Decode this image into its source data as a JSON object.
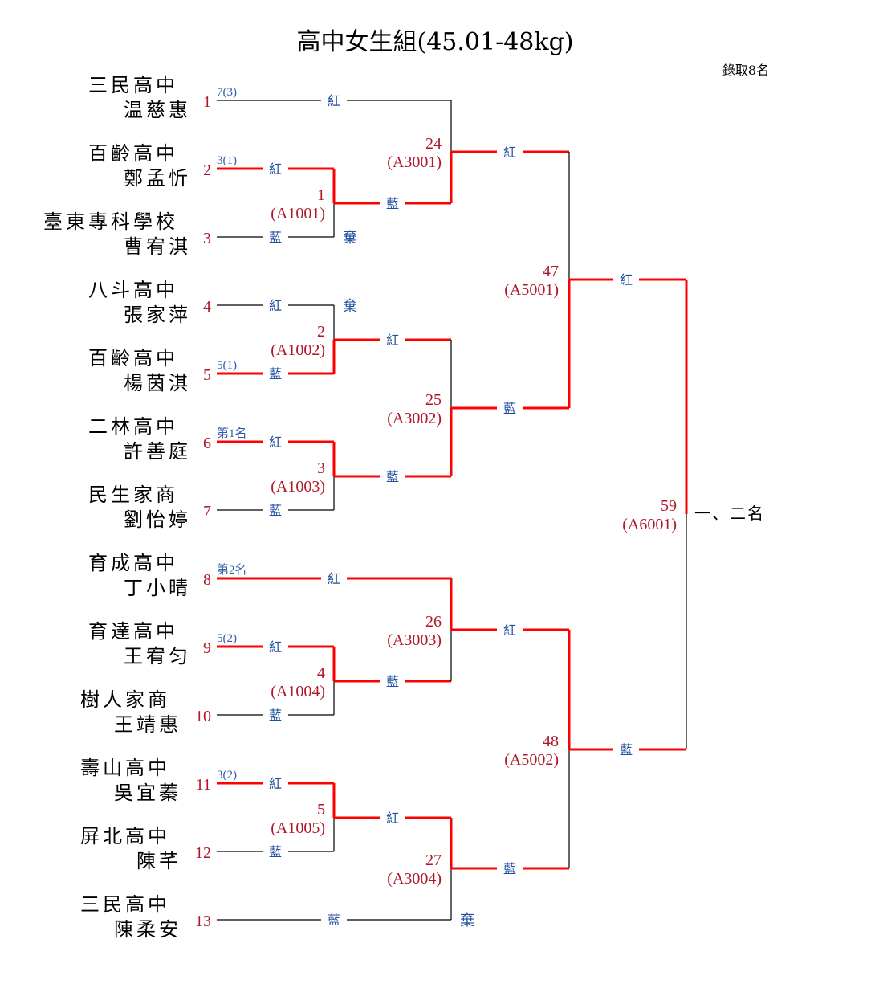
{
  "title": "高中女生組(45.01-48kg)",
  "quota": "錄取8名",
  "entrants": [
    {
      "number": "1",
      "school": "三民高中",
      "name": "温慈惠",
      "seed": "7(3)",
      "corner": "紅"
    },
    {
      "number": "2",
      "school": "百齡高中",
      "name": "鄭孟忻",
      "seed": "3(1)",
      "corner": "紅"
    },
    {
      "number": "3",
      "school": "臺東專科學校",
      "name": "曹宥淇",
      "seed": "",
      "corner": "藍"
    },
    {
      "number": "4",
      "school": "八斗高中",
      "name": "張家萍",
      "seed": "",
      "corner": "紅"
    },
    {
      "number": "5",
      "school": "百齡高中",
      "name": "楊茵淇",
      "seed": "5(1)",
      "corner": "藍"
    },
    {
      "number": "6",
      "school": "二林高中",
      "name": "許善庭",
      "seed": "第1名",
      "corner": "紅"
    },
    {
      "number": "7",
      "school": "民生家商",
      "name": "劉怡婷",
      "seed": "",
      "corner": "藍"
    },
    {
      "number": "8",
      "school": "育成高中",
      "name": "丁小晴",
      "seed": "第2名",
      "corner": "紅"
    },
    {
      "number": "9",
      "school": "育達高中",
      "name": "王宥匀",
      "seed": "5(2)",
      "corner": "紅"
    },
    {
      "number": "10",
      "school": "樹人家商",
      "name": "王靖惠",
      "seed": "",
      "corner": "藍"
    },
    {
      "number": "11",
      "school": "壽山高中",
      "name": "吳宜蓁",
      "seed": "3(2)",
      "corner": "紅"
    },
    {
      "number": "12",
      "school": "屏北高中",
      "name": "陳芊",
      "seed": "",
      "corner": "藍"
    },
    {
      "number": "13",
      "school": "三民高中",
      "name": "陳柔安",
      "seed": "",
      "corner": "藍"
    }
  ],
  "matches": [
    {
      "number": "1",
      "code": "(A1001)",
      "out_corner": "藍",
      "forfeit": "棄"
    },
    {
      "number": "2",
      "code": "(A1002)",
      "out_corner": "紅",
      "forfeit": "棄"
    },
    {
      "number": "3",
      "code": "(A1003)",
      "out_corner": "藍"
    },
    {
      "number": "4",
      "code": "(A1004)",
      "out_corner": "藍"
    },
    {
      "number": "5",
      "code": "(A1005)",
      "out_corner": "紅"
    },
    {
      "number": "24",
      "code": "(A3001)",
      "out_corner": "紅"
    },
    {
      "number": "25",
      "code": "(A3002)",
      "out_corner": "藍"
    },
    {
      "number": "26",
      "code": "(A3003)",
      "out_corner": "紅"
    },
    {
      "number": "27",
      "code": "(A3004)",
      "out_corner": "藍",
      "forfeit": "棄"
    },
    {
      "number": "47",
      "code": "(A5001)",
      "out_corner": "紅"
    },
    {
      "number": "48",
      "code": "(A5002)",
      "out_corner": "藍"
    },
    {
      "number": "59",
      "code": "(A6001)",
      "result": "一、二名"
    }
  ],
  "colors": {
    "winner_line": "#ff0000",
    "line": "#000000",
    "number": "#b0182a",
    "corner": "#1f4f9f"
  }
}
